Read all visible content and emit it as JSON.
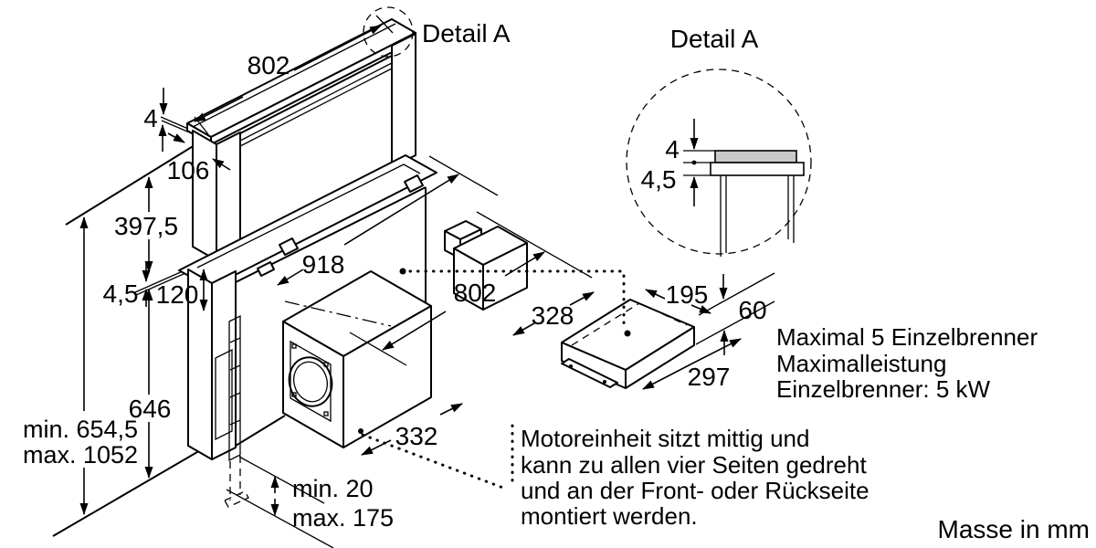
{
  "labels": {
    "detail_callout": "Detail A",
    "detail_title": "Detail A",
    "units_note": "Masse in mm"
  },
  "dimensions": {
    "top_strip_width": "802",
    "strip_thickness": "4",
    "top_depth": "106",
    "panel_height": "397,5",
    "plate_thickness": "4,5",
    "offset_back": "120",
    "cutout_width": "918",
    "housing_width": "802",
    "under_counter_height": "646",
    "total_height_min": "min. 654,5",
    "total_height_max": "max. 1052",
    "housing_depth": "332",
    "leg_min": "min. 20",
    "leg_max": "max. 175",
    "motor_width": "328",
    "motor_depth": "195",
    "motor_height": "60",
    "motor_length": "297",
    "detail_top_thickness": "4",
    "detail_bottom_thickness": "4,5"
  },
  "notes": {
    "burner": [
      "Maximal 5 Einzelbrenner",
      "Maximalleistung",
      "Einzelbrenner: 5 kW"
    ],
    "motor": [
      "Motoreinheit sitzt mittig und",
      "kann zu allen vier Seiten gedreht",
      "und an der Front- oder Rückseite",
      "montiert werden."
    ]
  },
  "colors": {
    "line": "#000000",
    "detail_plate_fill": "#c9c9c9",
    "background": "#ffffff"
  }
}
